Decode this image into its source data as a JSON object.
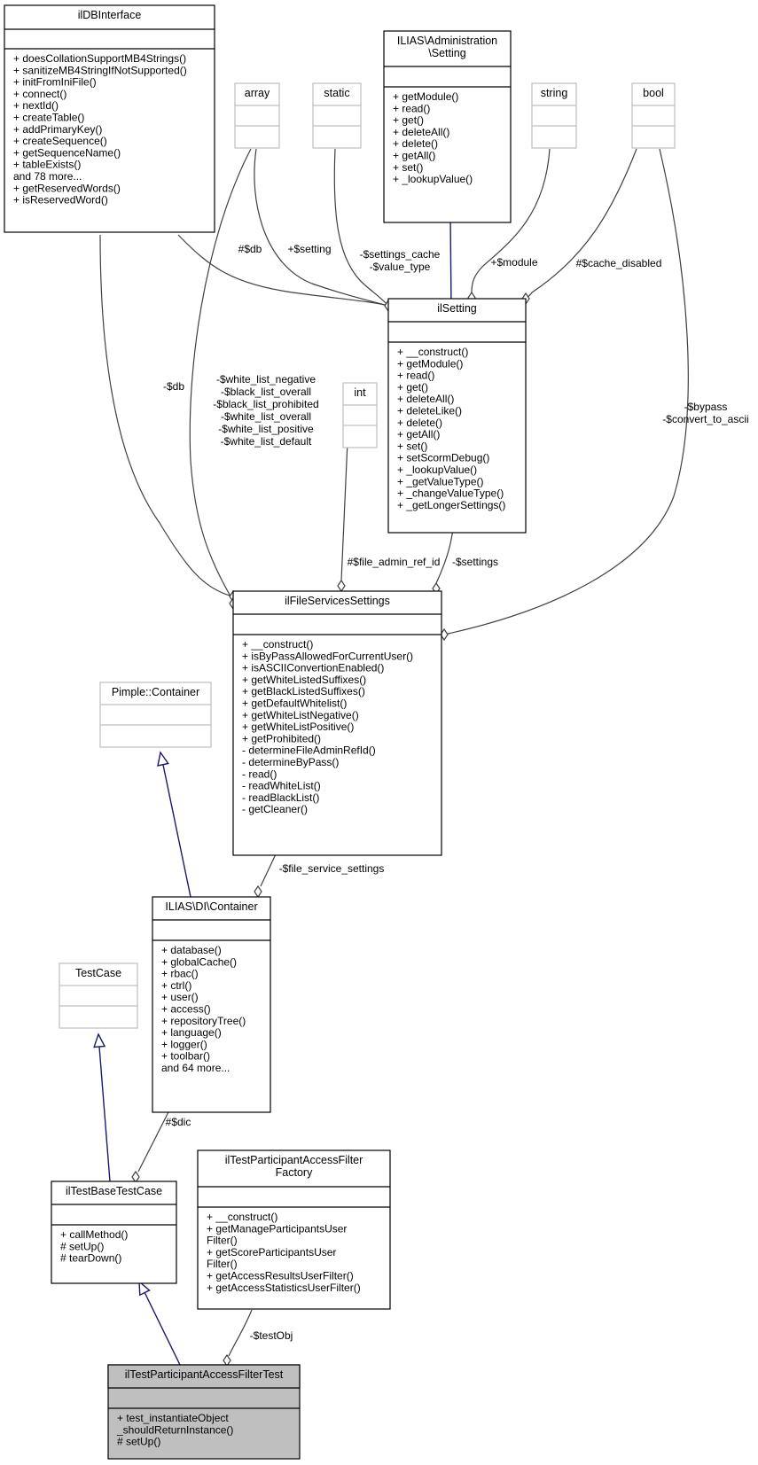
{
  "classes": {
    "ilDBInterface": {
      "title": [
        "ilDBInterface"
      ],
      "members": [],
      "methods": [
        "+ doesCollationSupportMB4Strings()",
        "+ sanitizeMB4StringIfNotSupported()",
        "+ initFromIniFile()",
        "+ connect()",
        "+ nextId()",
        "+ createTable()",
        "+ addPrimaryKey()",
        "+ createSequence()",
        "+ getSequenceName()",
        "+ tableExists()",
        "and 78 more...",
        "+ getReservedWords()",
        "+ isReservedWord()"
      ]
    },
    "array": {
      "title": [
        "array"
      ],
      "members": [],
      "methods": []
    },
    "static": {
      "title": [
        "static"
      ],
      "members": [],
      "methods": []
    },
    "adminSetting": {
      "title": [
        "ILIAS\\Administration",
        "\\Setting"
      ],
      "members": [],
      "methods": [
        "+ getModule()",
        "+ read()",
        "+ get()",
        "+ deleteAll()",
        "+ delete()",
        "+ getAll()",
        "+ set()",
        "+ _lookupValue()"
      ]
    },
    "string": {
      "title": [
        "string"
      ],
      "members": [],
      "methods": []
    },
    "bool": {
      "title": [
        "bool"
      ],
      "members": [],
      "methods": []
    },
    "ilSetting": {
      "title": [
        "ilSetting"
      ],
      "members": [],
      "methods": [
        "+ __construct()",
        "+ getModule()",
        "+ read()",
        "+ get()",
        "+ deleteAll()",
        "+ deleteLike()",
        "+ delete()",
        "+ getAll()",
        "+ set()",
        "+ setScormDebug()",
        "+ _lookupValue()",
        "+ _getValueType()",
        "+ _changeValueType()",
        "+ _getLongerSettings()"
      ]
    },
    "int": {
      "title": [
        "int"
      ],
      "members": [],
      "methods": []
    },
    "ilFileServicesSettings": {
      "title": [
        "ilFileServicesSettings"
      ],
      "members": [],
      "methods": [
        "+ __construct()",
        "+ isByPassAllowedForCurrentUser()",
        "+ isASCIIConvertionEnabled()",
        "+ getWhiteListedSuffixes()",
        "+ getBlackListedSuffixes()",
        "+ getDefaultWhitelist()",
        "+ getWhiteListNegative()",
        "+ getWhiteListPositive()",
        "+ getProhibited()",
        "- determineFileAdminRefId()",
        "- determineByPass()",
        "- read()",
        "- readWhiteList()",
        "- readBlackList()",
        "- getCleaner()"
      ]
    },
    "pimple": {
      "title": [
        "Pimple::Container"
      ],
      "members": [],
      "methods": []
    },
    "diContainer": {
      "title": [
        "ILIAS\\DI\\Container"
      ],
      "members": [],
      "methods": [
        "+ database()",
        "+ globalCache()",
        "+ rbac()",
        "+ ctrl()",
        "+ user()",
        "+ access()",
        "+ repositoryTree()",
        "+ language()",
        "+ logger()",
        "+ toolbar()",
        "and 64 more..."
      ]
    },
    "testCase": {
      "title": [
        "TestCase"
      ],
      "members": [],
      "methods": []
    },
    "baseTestCase": {
      "title": [
        "ilTestBaseTestCase"
      ],
      "members": [],
      "methods": [
        "+ callMethod()",
        "# setUp()",
        "# tearDown()"
      ]
    },
    "filterFactory": {
      "title": [
        "ilTestParticipantAccessFilter",
        "Factory"
      ],
      "members": [],
      "methods": [
        "+ __construct()",
        "+ getManageParticipantsUser",
        "Filter()",
        "+ getScoreParticipantsUser",
        "Filter()",
        "+ getAccessResultsUserFilter()",
        "+ getAccessStatisticsUserFilter()"
      ]
    },
    "filterTest": {
      "title": [
        "ilTestParticipantAccessFilterTest"
      ],
      "members": [],
      "methods": [
        "+ test_instantiateObject",
        "_shouldReturnInstance()",
        "# setUp()"
      ]
    }
  },
  "edge_labels": {
    "db_setting": "#$db",
    "setting_array": "+$setting",
    "settings_cache": "-$settings_cache",
    "value_type": "-$value_type",
    "module": "+$module",
    "cache_disabled": "#$cache_disabled",
    "db_fss": "-$db",
    "white_list_negative": "-$white_list_negative",
    "black_list_overall": "-$black_list_overall",
    "black_list_prohibited": "-$black_list_prohibited",
    "white_list_overall": "-$white_list_overall",
    "white_list_positive": "-$white_list_positive",
    "white_list_default": "-$white_list_default",
    "bypass": "-$bypass",
    "convert_to_ascii": "-$convert_to_ascii",
    "file_admin_ref_id": "#$file_admin_ref_id",
    "settings": "-$settings",
    "file_service_settings": "-$file_service_settings",
    "dic": "#$dic",
    "test_obj": "-$testObj"
  },
  "colors": {
    "box_border": "#000000",
    "faded_border": "#bfbfbf",
    "highlight_fill": "#bfbfbf",
    "inherit_arrow": "#191970",
    "assoc_line": "#404040",
    "text": "#000000"
  }
}
